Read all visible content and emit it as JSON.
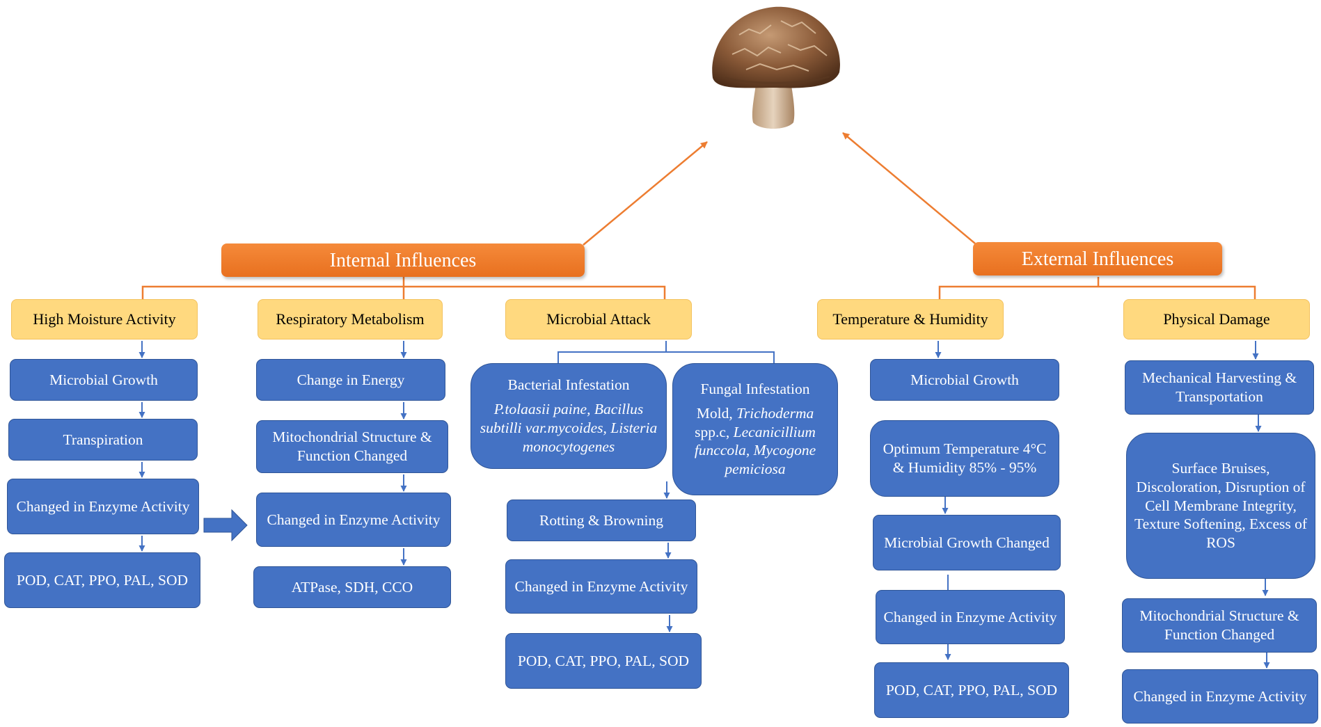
{
  "colors": {
    "header_orange": "#ed7d31",
    "category_yellow": "#ffd97f",
    "node_blue": "#4472c4",
    "arrow_orange": "#ed7d31",
    "arrow_blue": "#4472c4"
  },
  "image": {
    "icon": "shiitake-mushroom-photo"
  },
  "headers": {
    "internal": "Internal Influences",
    "external": "External Influences"
  },
  "categories": {
    "high_moisture": "High Moisture Activity",
    "respiratory": "Respiratory Metabolism",
    "microbial_attack": "Microbial Attack",
    "temp_humidity": "Temperature & Humidity",
    "physical_damage": "Physical Damage"
  },
  "col1": {
    "n1": "Microbial Growth",
    "n2": "Transpiration",
    "n3": "Changed in Enzyme Activity",
    "n4": "POD, CAT, PPO, PAL, SOD"
  },
  "col2": {
    "n1": "Change in Energy",
    "n2": "Mitochondrial Structure & Function Changed",
    "n3": "Changed in Enzyme Activity",
    "n4": "ATPase, SDH, CCO"
  },
  "col3": {
    "bacterial_title": "Bacterial Infestation",
    "bacterial_body": "P.tolaasii paine, Bacillus subtilli var.mycoides, Listeria monocytogenes",
    "fungal_title": "Fungal Infestation",
    "fungal_body": {
      "p1": "Mold, ",
      "p2": "Trichoderma",
      "p3": " spp.c, ",
      "p4": "Lecanicillium funccola, Mycogone pemiciosa"
    },
    "n1": "Rotting & Browning",
    "n2": "Changed in Enzyme Activity",
    "n3": "POD, CAT, PPO, PAL, SOD"
  },
  "col4": {
    "n1": "Microbial Growth",
    "n2": "Optimum Temperature 4°C & Humidity 85% - 95%",
    "n3": "Microbial Growth Changed",
    "n4": "Changed in Enzyme Activity",
    "n5": "POD, CAT, PPO, PAL, SOD"
  },
  "col5": {
    "n1": "Mechanical Harvesting & Transportation",
    "n2": "Surface Bruises, Discoloration, Disruption of Cell Membrane Integrity, Texture Softening, Excess of ROS",
    "n3": "Mitochondrial Structure & Function Changed",
    "n4": "Changed in Enzyme Activity"
  }
}
